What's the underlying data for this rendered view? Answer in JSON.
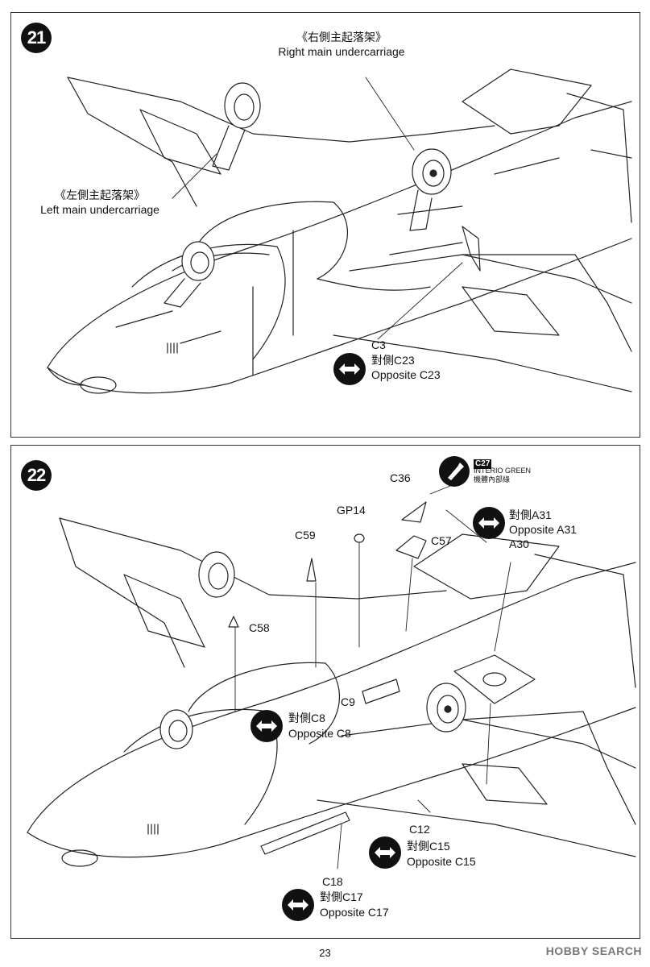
{
  "page_number": "23",
  "watermark": "HOBBY SEARCH",
  "step21": {
    "number": "21",
    "right_gear_cn": "《右側主起落架》",
    "right_gear_en": "Right main undercarriage",
    "left_gear_cn": "《左側主起落架》",
    "left_gear_en": "Left main undercarriage",
    "part_c3": "C3",
    "opposite_cn": "對側C23",
    "opposite_en": "Opposite C23"
  },
  "step22": {
    "number": "22",
    "paint_code": "C27",
    "paint_name_en": "INTERIO GREEN",
    "paint_name_cn": "機體內部綠",
    "c36": "C36",
    "gp14": "GP14",
    "c59": "C59",
    "c57": "C57",
    "c58": "C58",
    "a31_cn": "對側A31",
    "a31_en": "Opposite A31",
    "a30": "A30",
    "c8_cn": "對側C8",
    "c8_en": "Opposite C8",
    "c9": "C9",
    "c12": "C12",
    "c15_cn": "對側C15",
    "c15_en": "Opposite C15",
    "c18": "C18",
    "c17_cn": "對側C17",
    "c17_en": "Opposite C17"
  },
  "icons": {
    "step_badge": "black-circle-number",
    "swap": "double-arrow-icon",
    "paint": "paintbrush-icon"
  }
}
